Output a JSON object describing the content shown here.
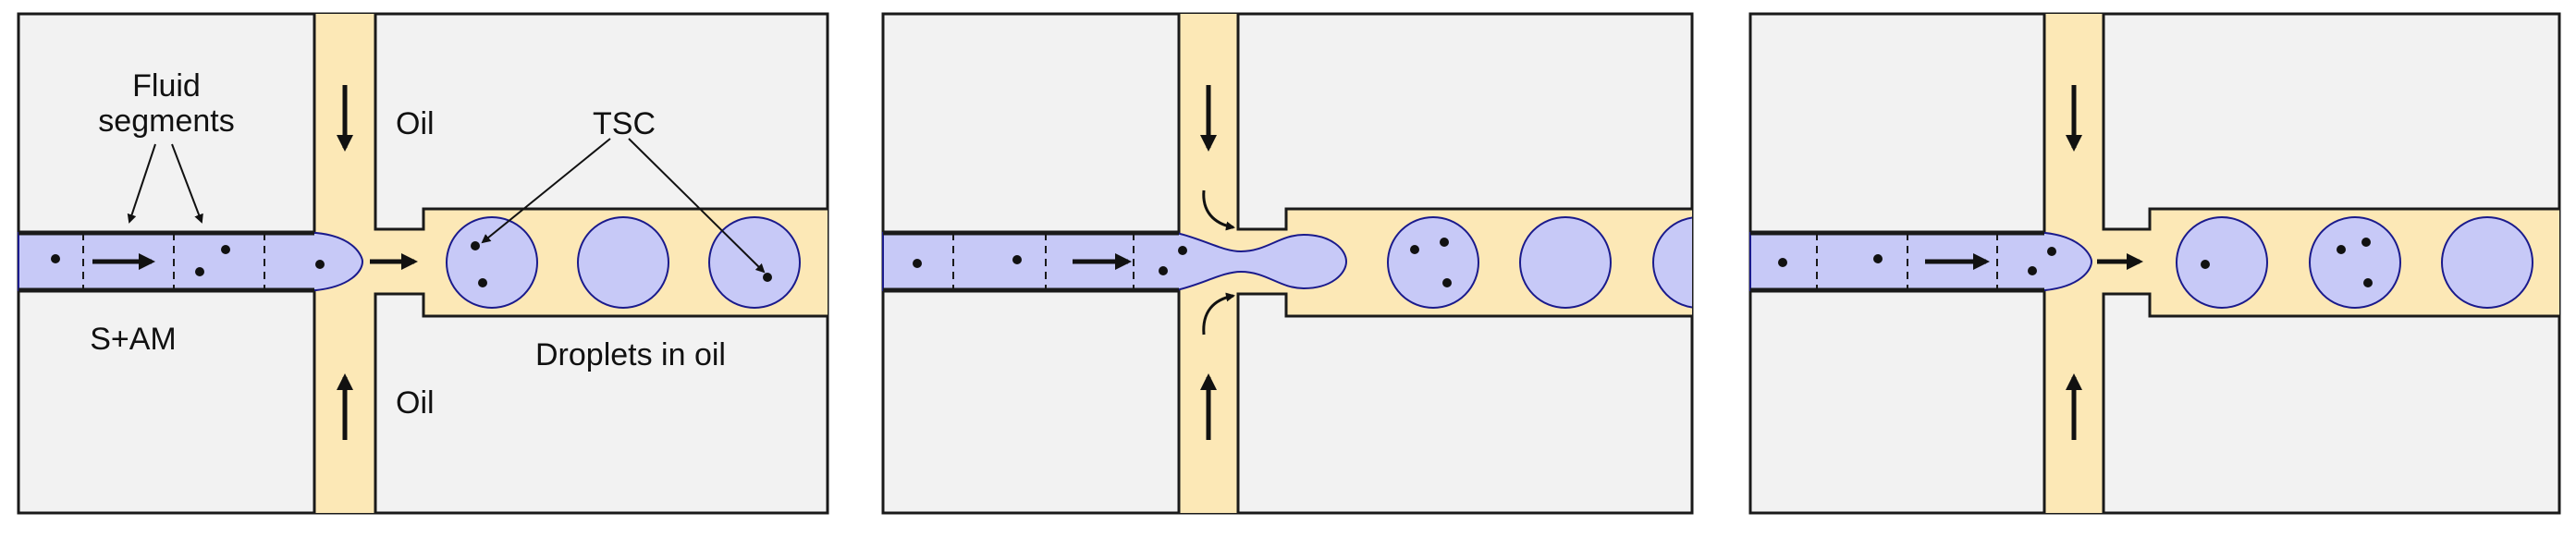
{
  "colors": {
    "background": "#f2f2f2",
    "oil": "#fce8b6",
    "aqueous": "#c7c9f7",
    "aqueous_edge": "#1a1a8c",
    "wall": "#1a1a1a"
  },
  "labels": {
    "fluid_segments_line1": "Fluid",
    "fluid_segments_line2": "segments",
    "oil_top": "Oil",
    "oil_bottom": "Oil",
    "tsc": "TSC",
    "sam": "S+AM",
    "droplets": "Droplets in oil"
  },
  "panels": [
    {
      "id": "panel-1",
      "stage": "segment-approaching-junction"
    },
    {
      "id": "panel-2",
      "stage": "droplet-pinch-off"
    },
    {
      "id": "panel-3",
      "stage": "droplet-released"
    }
  ]
}
